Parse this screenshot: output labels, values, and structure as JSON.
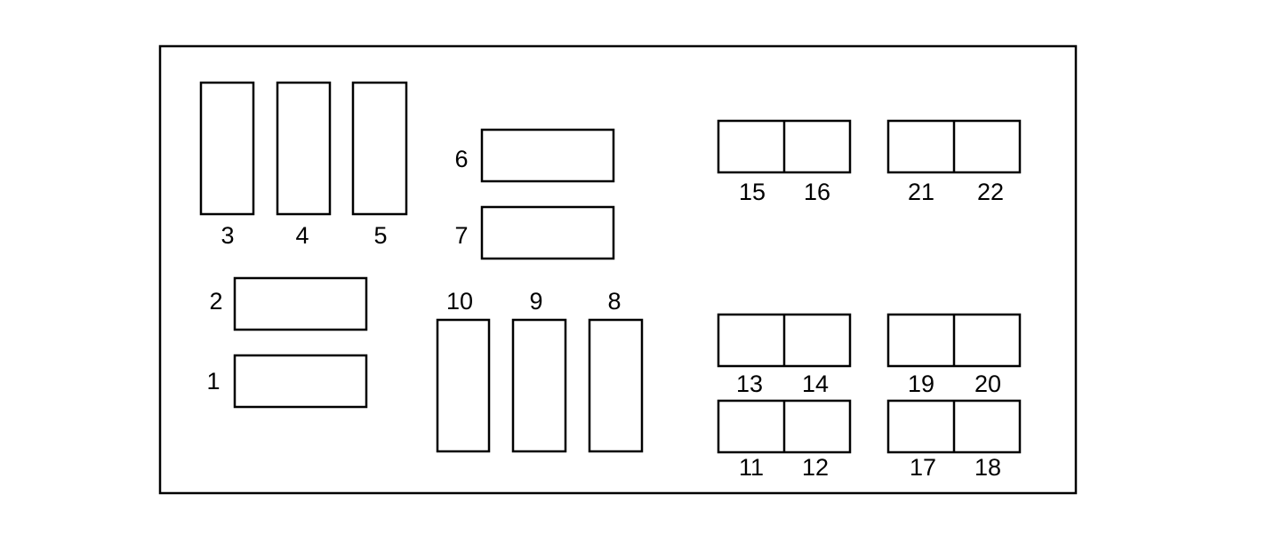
{
  "diagram": {
    "title": "",
    "slots": {
      "s1": "1",
      "s2": "2",
      "s3": "3",
      "s4": "4",
      "s5": "5",
      "s6": "6",
      "s7": "7",
      "s8": "8",
      "s9": "9",
      "s10": "10",
      "s11": "11",
      "s12": "12",
      "s13": "13",
      "s14": "14",
      "s15": "15",
      "s16": "16",
      "s17": "17",
      "s18": "18",
      "s19": "19",
      "s20": "20",
      "s21": "21",
      "s22": "22"
    },
    "colors": {
      "stroke": "#000000",
      "background": "#ffffff"
    }
  }
}
